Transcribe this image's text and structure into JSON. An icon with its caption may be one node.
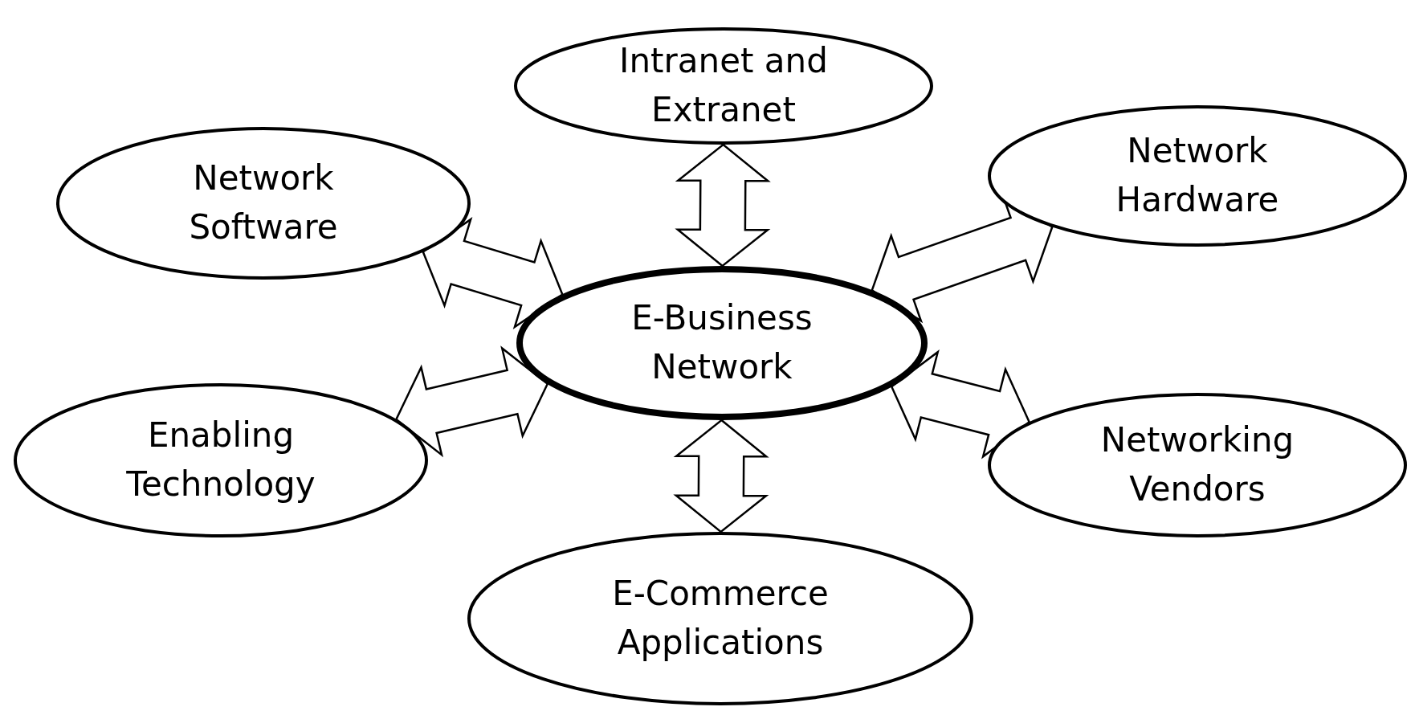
{
  "diagram": {
    "nodes": [
      {
        "text": [
          "Intranet and Extranet"
        ]
      },
      {
        "text": [
          "Network Software"
        ]
      },
      {
        "text": [
          "Network Hardware"
        ]
      },
      {
        "text": [
          "E-Business Network"
        ]
      },
      {
        "text": [
          "Enabling Technology"
        ]
      },
      {
        "text": [
          "Networking Vendors"
        ]
      },
      {
        "text": [
          "E-Commerce Applications"
        ]
      }
    ],
    "edges": [
      {
        "from": 3,
        "to": 0,
        "arrow": "both"
      },
      {
        "from": 3,
        "to": 1,
        "arrow": "both"
      },
      {
        "from": 3,
        "to": 2,
        "arrow": "both"
      },
      {
        "from": 3,
        "to": 4,
        "arrow": "both"
      },
      {
        "from": 3,
        "to": 5,
        "arrow": "both"
      },
      {
        "from": 3,
        "to": 6,
        "arrow": "both"
      }
    ]
  }
}
